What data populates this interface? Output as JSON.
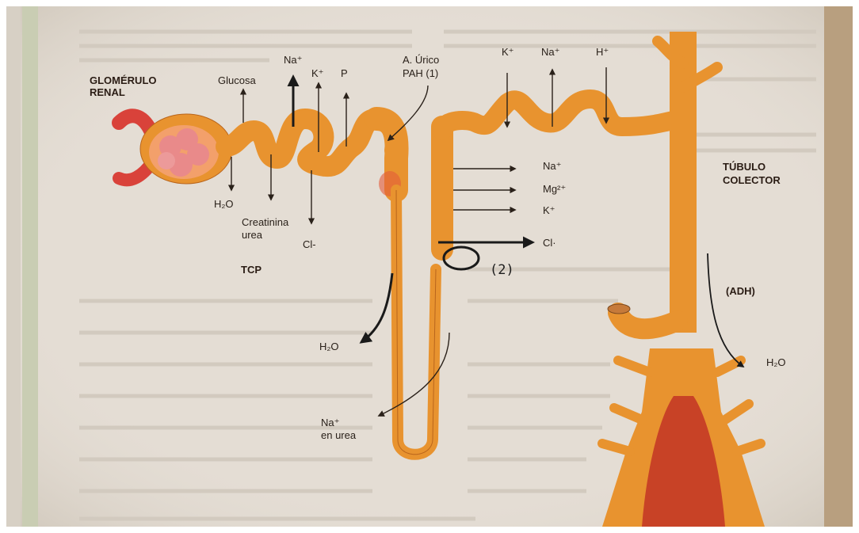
{
  "labels": {
    "glomerulo_1": "GLOMÉRULO",
    "glomerulo_2": "RENAL",
    "glucosa": "Glucosa",
    "na_top": "Na⁺",
    "k_top": "K⁺",
    "p_top": "P",
    "acido_1": "A. Úrico",
    "acido_2": "PAH (1)",
    "h2o_left": "H₂O",
    "creat_1": "Creatinina",
    "creat_2": "urea",
    "cl_left": "Cl-",
    "tcp": "TCP",
    "h2o_mid": "H₂O",
    "na_urea_1": "Na⁺",
    "na_urea_2": "en urea",
    "k_dist": "K⁺",
    "na_dist": "Na⁺",
    "h_dist": "H⁺",
    "na_asc": "Na⁺",
    "mg_asc": "Mg²⁺",
    "k_asc": "K⁺",
    "cl_asc": "Cl·",
    "num_2": "(2)",
    "tubulo_1": "TÚBULO",
    "tubulo_2": "COLECTOR",
    "adh": "(ADH)",
    "h2o_right": "H₂O"
  },
  "colors": {
    "tubule": "#e8932f",
    "tubule_dark": "#b9651c",
    "glomerulus": "#e98a8a",
    "artery": "#d9423a",
    "duct_inner": "#c84226",
    "page": "#e4ddd4",
    "binding": "#c9cdb3"
  }
}
